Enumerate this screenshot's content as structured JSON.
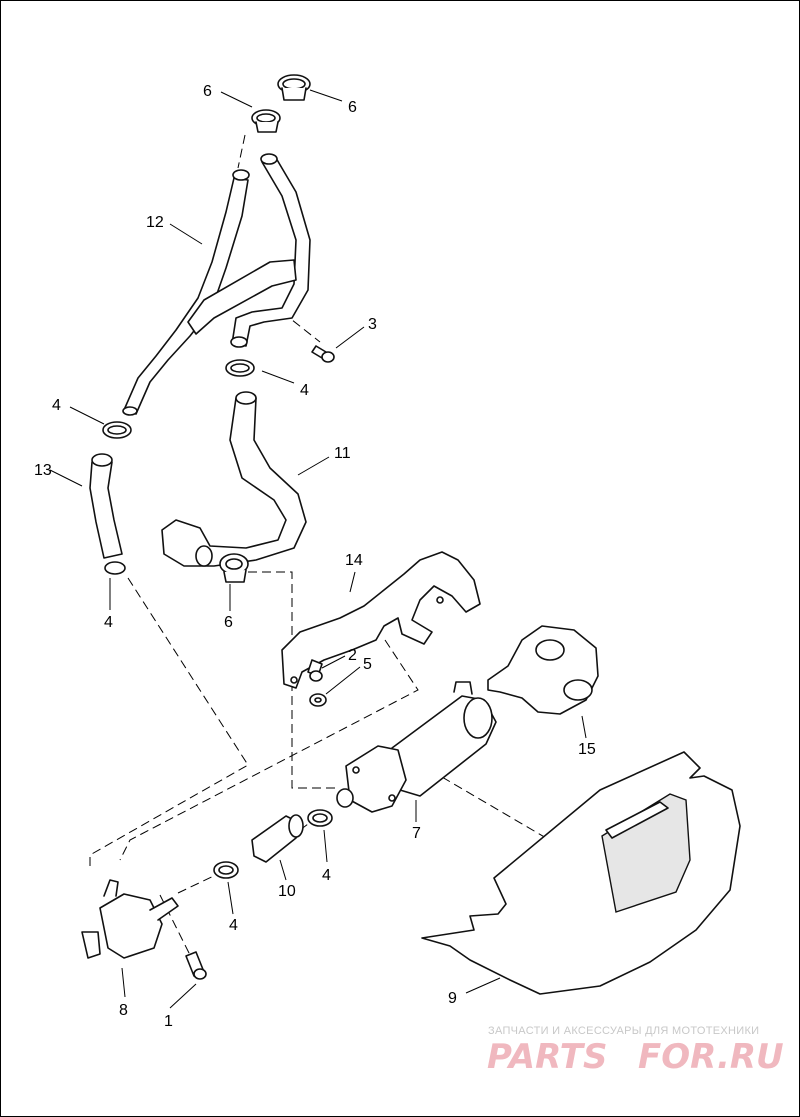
{
  "callouts": [
    "6",
    "6",
    "12",
    "3",
    "4",
    "4",
    "11",
    "13",
    "4",
    "6",
    "14",
    "2",
    "5",
    "15",
    "7",
    "10",
    "4",
    "4",
    "8",
    "1",
    "9"
  ],
  "watermark": {
    "tagline": "ЗАПЧАСТИ И АКСЕССУАРЫ ДЛЯ МОТОТЕХНИКИ",
    "logo_left": "PARTS",
    "logo_right": "FOR.RU",
    "logo_color": "#f0b8bf",
    "tagline_color": "#c8c8c8"
  }
}
